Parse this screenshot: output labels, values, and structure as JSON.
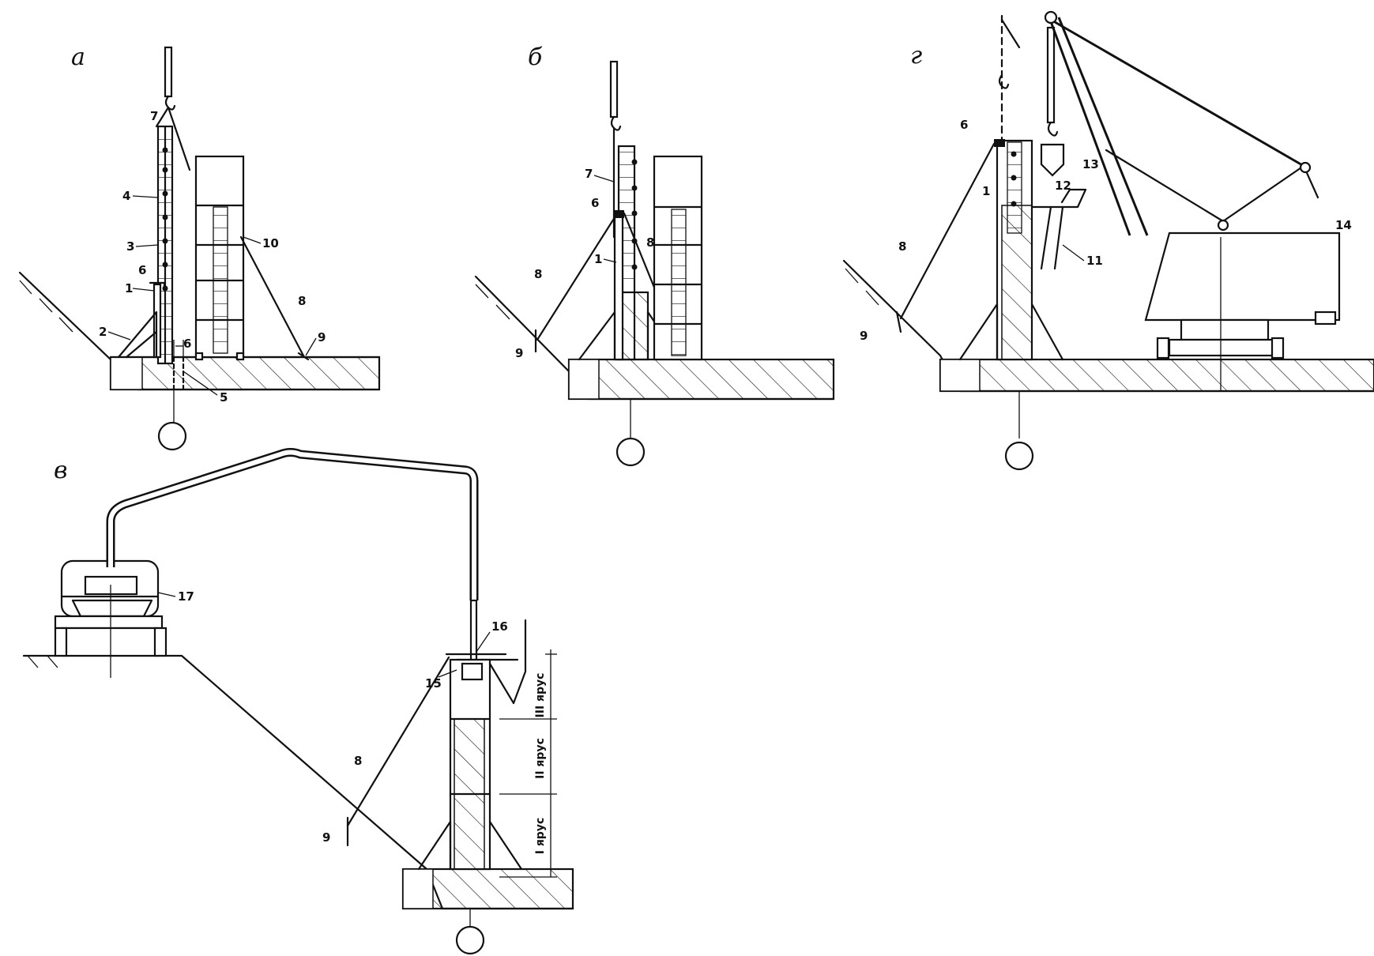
{
  "panel_labels": {
    "a": "а",
    "b": "б",
    "v": "в",
    "g": "г"
  },
  "callouts": {
    "n1": "1",
    "n2": "2",
    "n3": "3",
    "n4": "4",
    "n5": "5",
    "n6": "6",
    "n7": "7",
    "n8": "8",
    "n9": "9",
    "n10": "10",
    "n11": "11",
    "n12": "12",
    "n13": "13",
    "n14": "14",
    "n15": "15",
    "n16": "16",
    "n17": "17"
  },
  "tiers": {
    "t1": "I ярус",
    "t2": "II ярус",
    "t3": "III ярус"
  }
}
